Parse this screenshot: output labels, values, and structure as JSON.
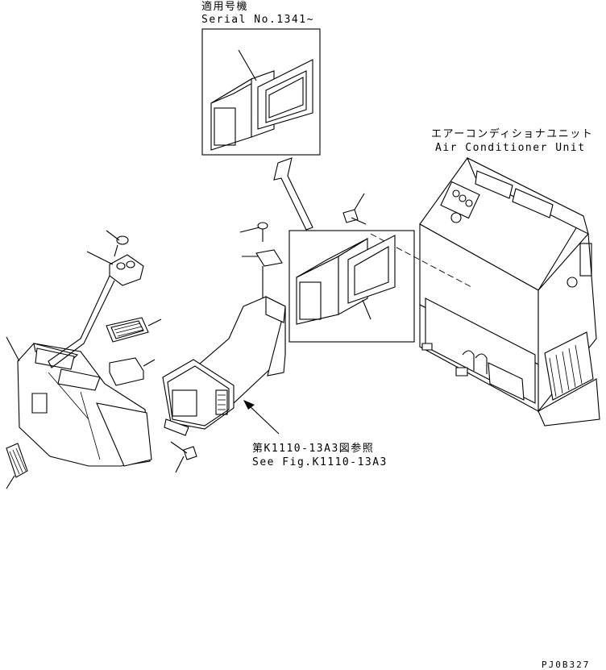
{
  "inset": {
    "label_jp": "適用号機",
    "label_en": "Serial No.1341~"
  },
  "air_conditioner": {
    "label_jp": "エアーコンディショナユニット",
    "label_en": "Air Conditioner Unit"
  },
  "reference": {
    "label_jp": "第K1110-13A3図参照",
    "label_en": "See Fig.K1110-13A3"
  },
  "drawing_code": "PJ0B327"
}
